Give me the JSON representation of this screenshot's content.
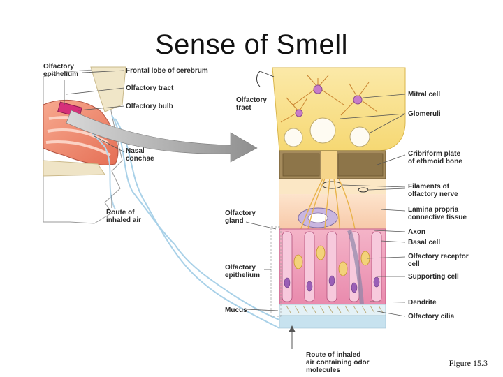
{
  "title": "Sense of Smell",
  "caption": "Figure 15.3",
  "labels": {
    "olfactory_epithelium_top": "Olfactory\nepithelium",
    "frontal_lobe": "Frontal lobe of cerebrum",
    "olfactory_tract_left": "Olfactory tract",
    "olfactory_bulb": "Olfactory bulb",
    "nasal_conchae": "Nasal\nconchae",
    "route_inhaled_air": "Route of\ninhaled air",
    "olfactory_tract_center": "Olfactory\ntract",
    "olfactory_gland": "Olfactory\ngland",
    "olfactory_epithelium_mid": "Olfactory\nepithelium",
    "mucus": "Mucus",
    "route_odor": "Route of inhaled\nair containing odor\nmolecules",
    "mitral_cell": "Mitral cell",
    "glomeruli": "Glomeruli",
    "cribriform_plate": "Cribriform plate\nof ethmoid bone",
    "filaments": "Filaments of\nolfactory nerve",
    "lamina_propria": "Lamina propria\nconnective tissue",
    "axon": "Axon",
    "basal_cell": "Basal cell",
    "receptor_cell": "Olfactory receptor\ncell",
    "supporting_cell": "Supporting cell",
    "dendrite": "Dendrite",
    "olfactory_cilia": "Olfactory cilia"
  }
}
